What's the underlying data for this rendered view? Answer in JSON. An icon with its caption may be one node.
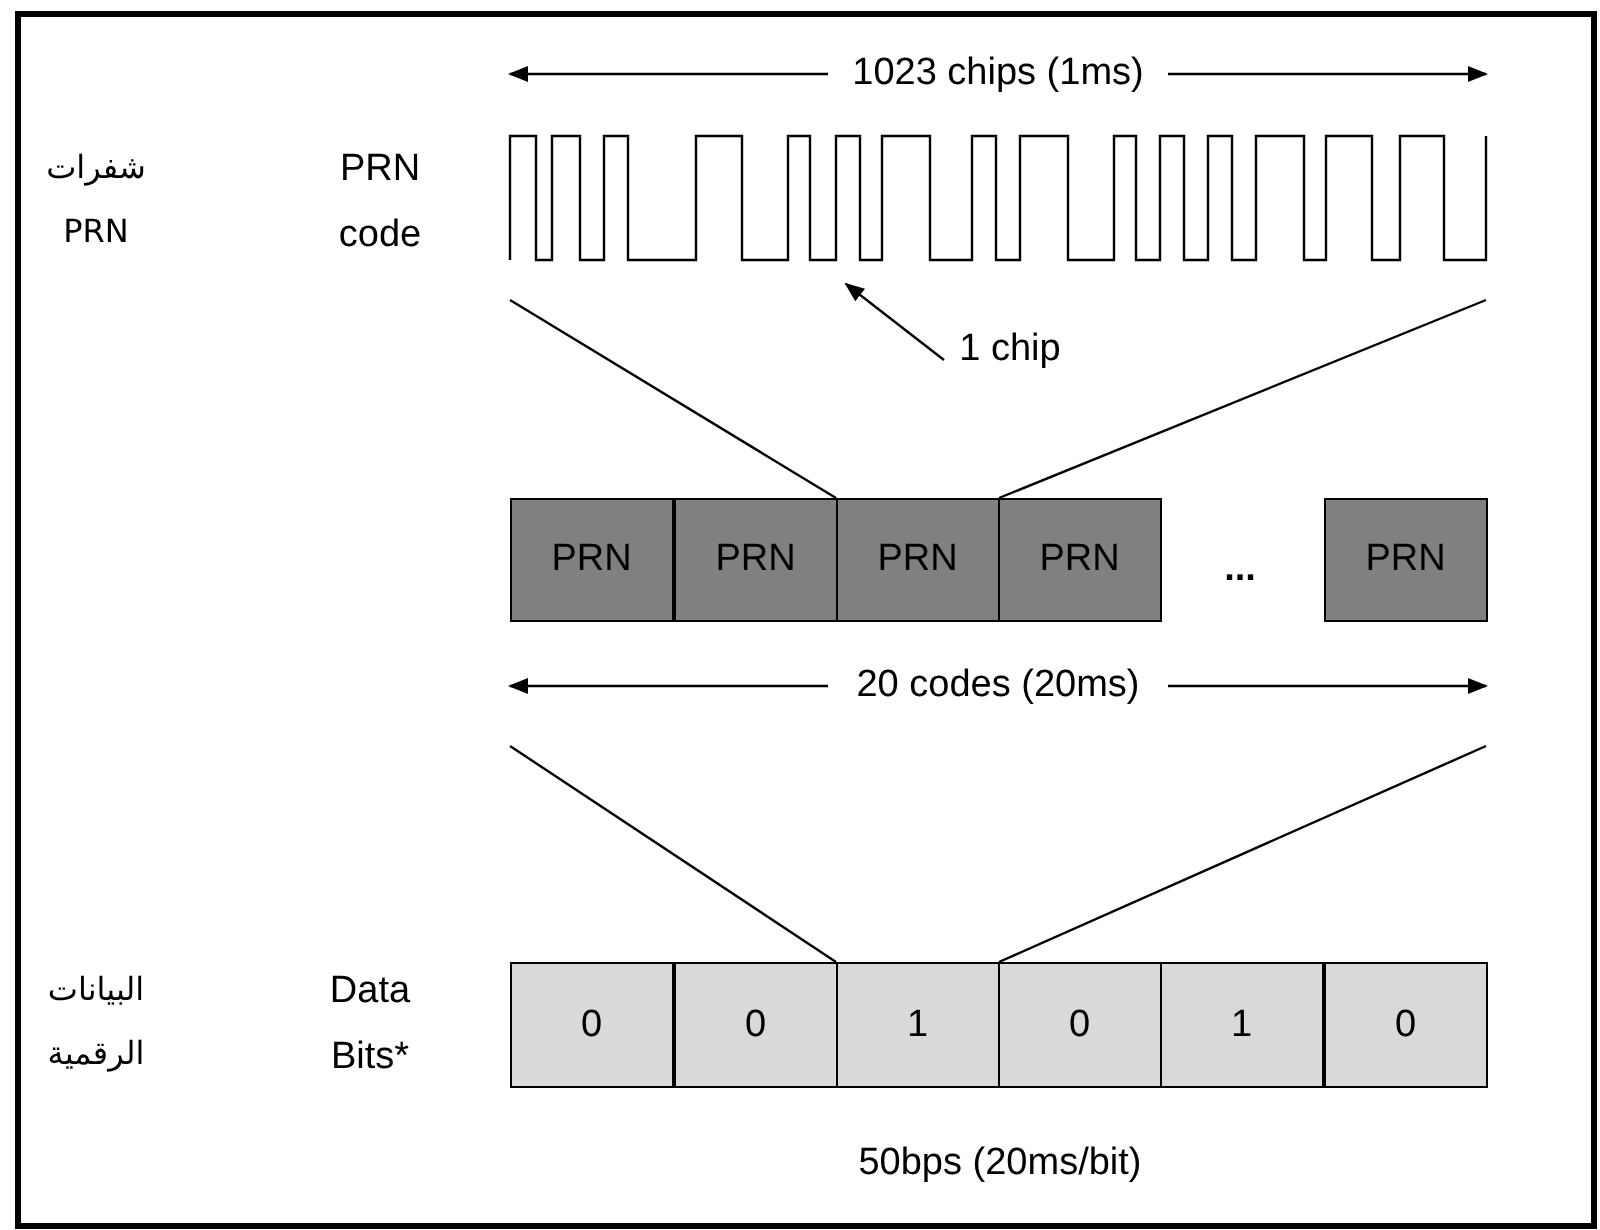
{
  "diagram": {
    "nodes": [
      {
        "text": [],
        "shape": "picture"
      },
      {
        "text": [
          "1 chip"
        ]
      },
      {
        "text": [
          "PRN"
        ]
      },
      {
        "text": [
          "PRN"
        ]
      },
      {
        "text": [
          "PRN"
        ]
      },
      {
        "text": [
          "PRN"
        ]
      },
      {
        "text": [
          "PRN"
        ]
      },
      {
        "text": [
          "0"
        ]
      },
      {
        "text": [
          "0"
        ]
      },
      {
        "text": [
          "1"
        ]
      },
      {
        "text": [
          "0"
        ]
      },
      {
        "text": [
          "1"
        ]
      },
      {
        "text": [
          "0"
        ]
      }
    ],
    "edges": [
      {
        "from": 0,
        "to": 4,
        "arrow": "none"
      },
      {
        "from": 0,
        "to": 4,
        "arrow": "none"
      },
      {
        "from": 1,
        "to": 0,
        "arrow": "to"
      },
      {
        "from": null,
        "to": 9,
        "arrow": "none"
      },
      {
        "from": null,
        "to": 9,
        "arrow": "none"
      }
    ],
    "labels": [
      "1023 chips (1ms)",
      "شفرات PRN",
      "PRN code",
      "...",
      "20 codes (20ms)",
      "البيانات الرقمية",
      "Data Bits*",
      "50bps (20ms/bit)"
    ]
  }
}
